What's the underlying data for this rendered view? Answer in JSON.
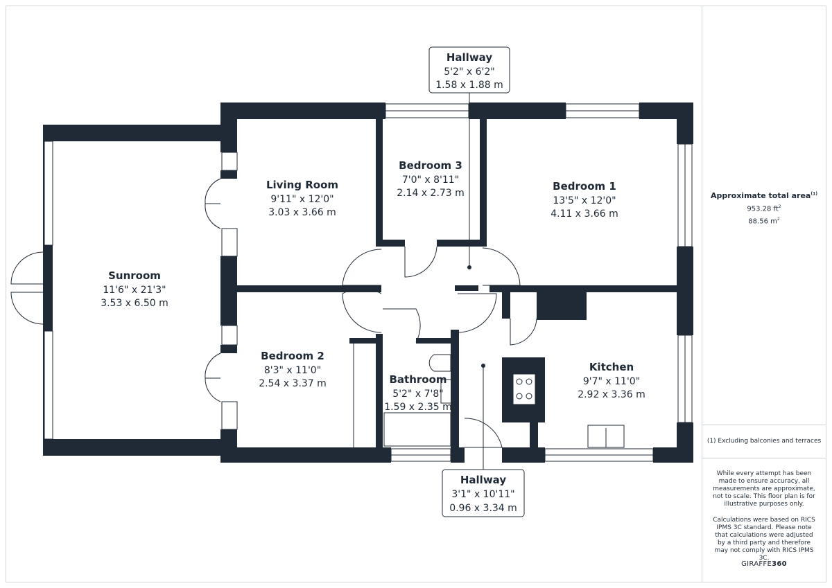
{
  "rooms": [
    {
      "key": "sunroom",
      "name": "Sunroom",
      "imperial": "11'6\" x 21'3\"",
      "metric": "3.53 x 6.50 m"
    },
    {
      "key": "living",
      "name": "Living Room",
      "imperial": "9'11\" x 12'0\"",
      "metric": "3.03 x 3.66 m"
    },
    {
      "key": "bed3",
      "name": "Bedroom 3",
      "imperial": "7'0\" x 8'11\"",
      "metric": "2.14 x 2.73 m"
    },
    {
      "key": "bed1",
      "name": "Bedroom 1",
      "imperial": "13'5\" x 12'0\"",
      "metric": "4.11 x 3.66 m"
    },
    {
      "key": "bed2",
      "name": "Bedroom 2",
      "imperial": "8'3\" x 11'0\"",
      "metric": "2.54 x 3.37 m"
    },
    {
      "key": "bath",
      "name": "Bathroom",
      "imperial": "5'2\" x 7'8\"",
      "metric": "1.59 x 2.35 m"
    },
    {
      "key": "kitchen",
      "name": "Kitchen",
      "imperial": "9'7\" x 11'0\"",
      "metric": "2.92 x 3.36 m"
    }
  ],
  "callouts": [
    {
      "key": "hall_top",
      "name": "Hallway",
      "imperial": "5'2\" x 6'2\"",
      "metric": "1.58 x 1.88 m"
    },
    {
      "key": "hall_bottom",
      "name": "Hallway",
      "imperial": "3'1\" x 10'11\"",
      "metric": "0.96 x 3.34 m"
    }
  ],
  "sidebar": {
    "area_title": "Approximate total area",
    "area_title_sup": "(1)",
    "area_ft": "953.28 ft",
    "area_ft_sup": "2",
    "area_m": "88.56 m",
    "area_m_sup": "2",
    "footnote": "(1) Excluding balconies and terraces",
    "disclaimer_1": "While every attempt has been made to ensure accuracy, all measurements are approximate, not to scale. This floor plan is for illustrative purposes only.",
    "disclaimer_2": "Calculations were based on RICS IPMS 3C standard. Please note that calculations were adjusted by a third party and therefore may not comply with RICS IPMS 3C.",
    "brand_bold": "GIRAFFE",
    "brand_rest": "360"
  },
  "colors": {
    "wall": "#1f2a36",
    "border": "#cfd4d8"
  }
}
